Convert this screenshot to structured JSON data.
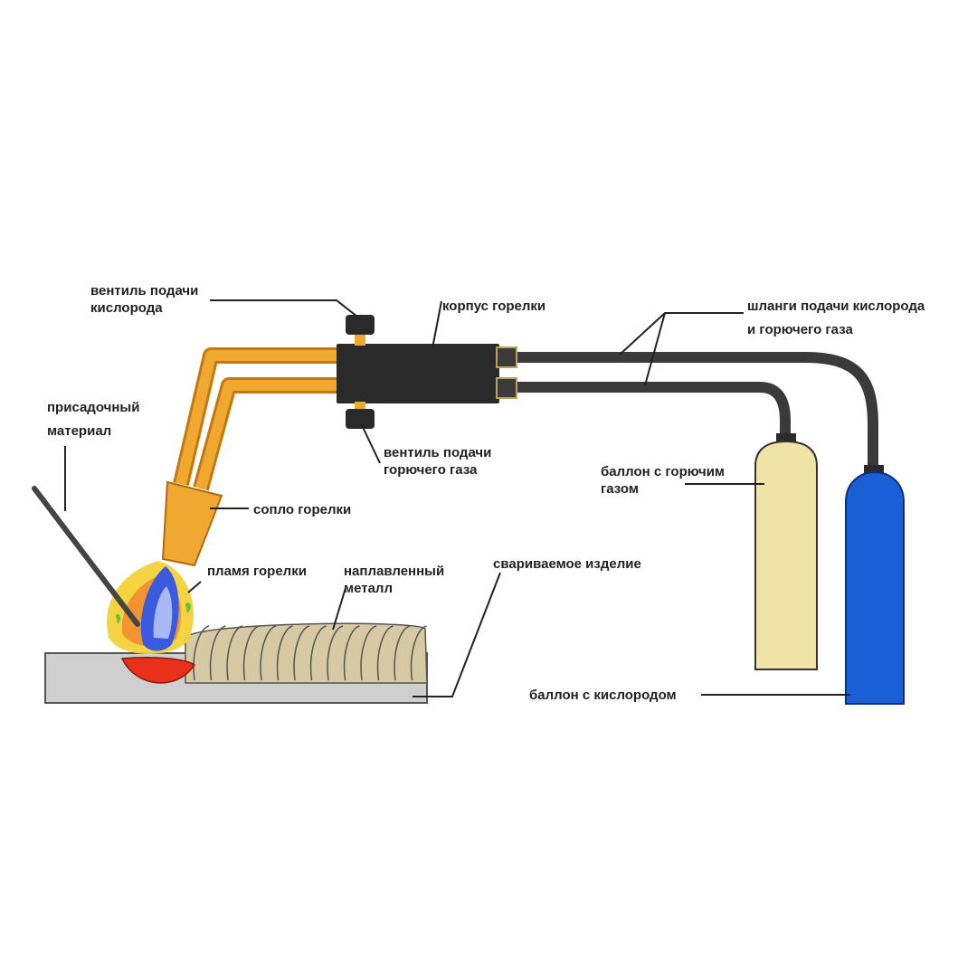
{
  "labels": {
    "oxygen_valve": [
      "вентиль подачи",
      "кислорода"
    ],
    "torch_body": "корпус горелки",
    "hoses": [
      "шланги подачи кислорода",
      "и горючего газа"
    ],
    "filler_material": [
      "присадочный",
      "материал"
    ],
    "fuel_valve": [
      "вентиль подачи",
      "горючего газа"
    ],
    "nozzle": "сопло горелки",
    "fuel_cylinder": [
      "баллон с горючим",
      "газом"
    ],
    "flame": "пламя горелки",
    "deposited_metal": [
      "наплавленный",
      "металл"
    ],
    "workpiece": "свариваемое изделие",
    "oxygen_cylinder": "баллон с кислородом"
  },
  "colors": {
    "tube": "#f0a830",
    "tube_dark": "#c07a10",
    "torch_body": "#2a2a2a",
    "hose": "#3a3a3a",
    "fuel_cylinder": "#efe3a6",
    "oxygen_cylinder": "#1b5fd6",
    "workpiece": "#cfcfcf",
    "weld_bead": "#d6c9a4",
    "flame_outer": "#f4d23a",
    "flame_inner": "#3a5be0",
    "weld_pool": "#e8301a",
    "filler_rod": "#444444",
    "leader": "#222222"
  },
  "icons": {
    "oxygen_valve": "valve-knob-icon",
    "fuel_valve": "valve-knob-icon",
    "oxygen_cylinder": "gas-cylinder-icon",
    "fuel_cylinder": "gas-cylinder-icon",
    "flame": "flame-icon"
  }
}
